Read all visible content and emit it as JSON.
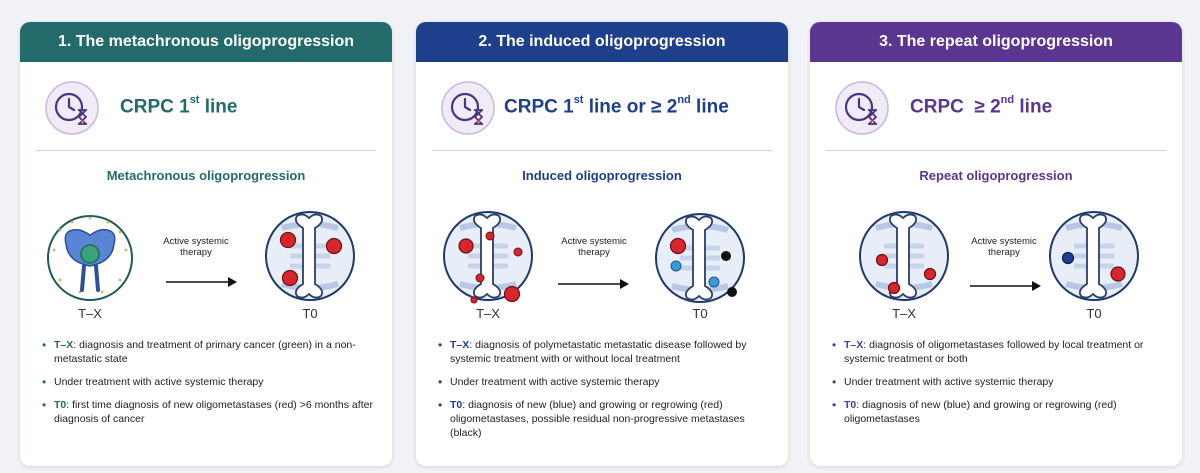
{
  "cards": [
    {
      "header": "1. The metachronous oligoprogression",
      "line_main": "CRPC 1",
      "line_sup": "st",
      "line_rest": " line",
      "subtitle": "Metachronous oligoprogression",
      "arrow_text": "Active systemic therapy",
      "left_label": "T–X",
      "right_label": "T0",
      "bullets": [
        {
          "key": "T–X",
          "text": ": diagnosis and treatment of primary cancer (green) in a non-metastatic state"
        },
        {
          "key": "",
          "text": "Under treatment with active systemic therapy"
        },
        {
          "key": "T0",
          "text": ": first time diagnosis of new oligometastases (red) >6 months after diagnosis of cancer"
        }
      ]
    },
    {
      "header": "2. The induced oligoprogression",
      "line_main": "CRPC 1",
      "line_sup": "st",
      "line_mid": " line or ≥ 2",
      "line_sup2": "nd",
      "line_rest": " line",
      "subtitle": "Induced oligoprogression",
      "arrow_text": "Active systemic therapy",
      "left_label": "T–X",
      "right_label": "T0",
      "bullets": [
        {
          "key": "T–X",
          "text": ": diagnosis of polymetastatic metastatic disease followed by systemic treatment with or without local treatment"
        },
        {
          "key": "",
          "text": "Under treatment with active systemic therapy"
        },
        {
          "key": "T0",
          "text": ": diagnosis of new (blue) and growing or regrowing (red) oligometastases, possible residual non-progressive metastases (black)"
        }
      ]
    },
    {
      "header": "3. The repeat oligoprogression",
      "line_main": "CRPC  ≥ 2",
      "line_sup": "nd",
      "line_rest": " line",
      "subtitle": "Repeat oligoprogression",
      "arrow_text": "Active systemic therapy",
      "left_label": "T–X",
      "right_label": "T0",
      "bullets": [
        {
          "key": "T–X",
          "text": ": diagnosis of oligometastases followed by local treatment or systemic treatment or both"
        },
        {
          "key": "",
          "text": "Under treatment with active systemic therapy"
        },
        {
          "key": "T0",
          "text": ": diagnosis of new (blue) and growing or regrowing (red) oligometastases"
        }
      ]
    }
  ],
  "colors": {
    "teal": "#236b6b",
    "blue": "#1e3f8c",
    "purple": "#5b3690",
    "lesion_red": "#d9262c",
    "lesion_blue": "#3b9ad9",
    "lesion_black": "#111111",
    "primary_green": "#3aa37e"
  }
}
